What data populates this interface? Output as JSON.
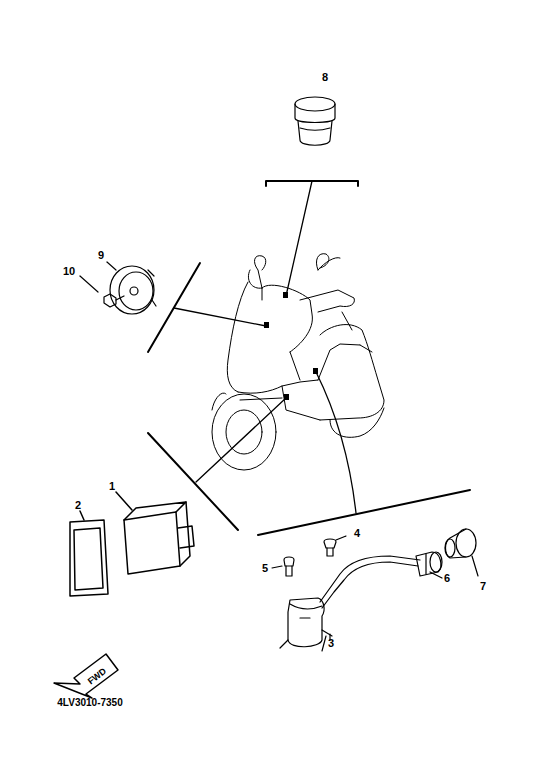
{
  "diagram": {
    "labels": [
      "8",
      "9",
      "10",
      "2",
      "1",
      "4",
      "5",
      "6",
      "7",
      "3",
      "FWD",
      "4LV3010-7350"
    ]
  }
}
